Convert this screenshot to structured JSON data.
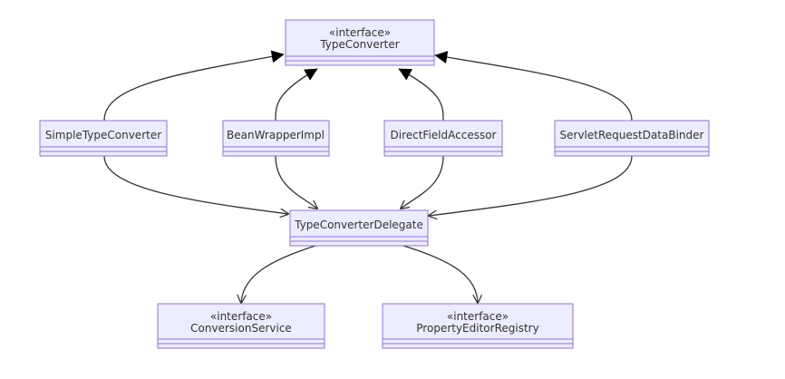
{
  "nodes": {
    "type_converter": {
      "stereotype": "«interface»",
      "name": "TypeConverter"
    },
    "simple_type_converter": {
      "name": "SimpleTypeConverter"
    },
    "bean_wrapper_impl": {
      "name": "BeanWrapperImpl"
    },
    "direct_field_accessor": {
      "name": "DirectFieldAccessor"
    },
    "servlet_request_data_binder": {
      "name": "ServletRequestDataBinder"
    },
    "type_converter_delegate": {
      "name": "TypeConverterDelegate"
    },
    "conversion_service": {
      "stereotype": "«interface»",
      "name": "ConversionService"
    },
    "property_editor_registry": {
      "stereotype": "«interface»",
      "name": "PropertyEditorRegistry"
    }
  },
  "relations": [
    {
      "from": "SimpleTypeConverter",
      "to": "TypeConverter",
      "kind": "realization"
    },
    {
      "from": "BeanWrapperImpl",
      "to": "TypeConverter",
      "kind": "realization"
    },
    {
      "from": "DirectFieldAccessor",
      "to": "TypeConverter",
      "kind": "realization"
    },
    {
      "from": "ServletRequestDataBinder",
      "to": "TypeConverter",
      "kind": "realization"
    },
    {
      "from": "SimpleTypeConverter",
      "to": "TypeConverterDelegate",
      "kind": "association"
    },
    {
      "from": "BeanWrapperImpl",
      "to": "TypeConverterDelegate",
      "kind": "association"
    },
    {
      "from": "DirectFieldAccessor",
      "to": "TypeConverterDelegate",
      "kind": "association"
    },
    {
      "from": "ServletRequestDataBinder",
      "to": "TypeConverterDelegate",
      "kind": "association"
    },
    {
      "from": "TypeConverterDelegate",
      "to": "ConversionService",
      "kind": "association"
    },
    {
      "from": "TypeConverterDelegate",
      "to": "PropertyEditorRegistry",
      "kind": "association"
    }
  ],
  "colors": {
    "node_fill": "#ECECFF",
    "node_border": "#9370DB",
    "edge": "#333333"
  }
}
